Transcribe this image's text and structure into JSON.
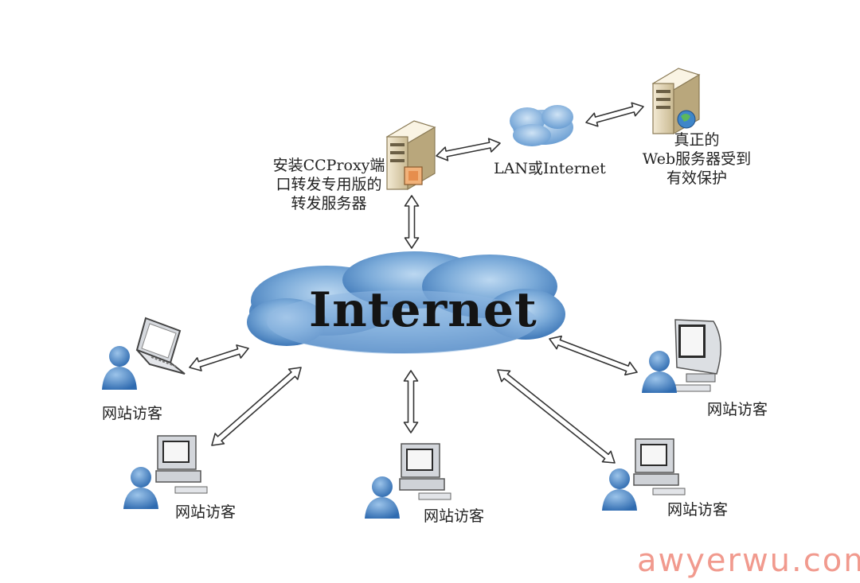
{
  "internet_label": "Internet",
  "proxy_server_label": [
    "安装CCProxy端",
    "口转发专用版的",
    "转发服务器"
  ],
  "lan_label": "LAN或Internet",
  "web_server_label": [
    "真正的",
    "Web服务器受到",
    "有效保护"
  ],
  "visitor_label": "网站访客",
  "watermark": "awyerwu.com",
  "colors": {
    "cloud": "#5f95cc",
    "arrow_stroke": "#333333",
    "server": "#e8dcc0",
    "person": "#4a86c5"
  }
}
